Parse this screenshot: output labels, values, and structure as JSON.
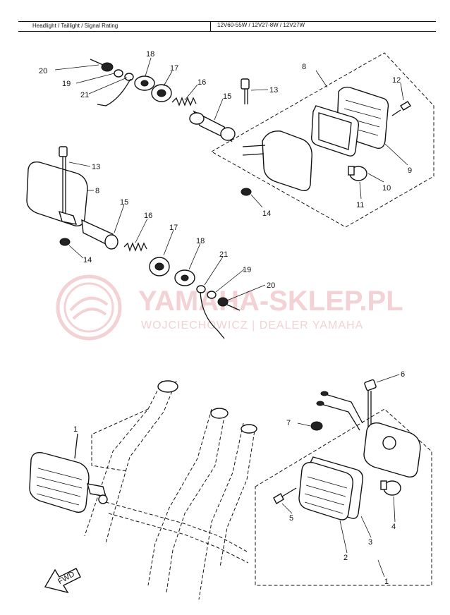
{
  "header": {
    "left_text": "Headlight / Taillight / Signal Rating",
    "right_text": "12V60-55W / 12V27-8W / 12V27W"
  },
  "watermark": {
    "main": "YAMAHA-SKLEP.PL",
    "sub": "WOJCIECHOWICZ | DEALER YAMAHA"
  },
  "callouts_top_right": [
    "20",
    "19",
    "21",
    "18",
    "17",
    "16",
    "15",
    "13",
    "8",
    "12",
    "9",
    "10",
    "11",
    "14"
  ],
  "callouts_top_left": [
    "13",
    "8",
    "15",
    "16",
    "17",
    "18",
    "21",
    "19",
    "20",
    "14"
  ],
  "callouts_bottom": [
    "1",
    "6",
    "7",
    "5",
    "4",
    "3",
    "2",
    "1"
  ],
  "fwd_label": "FWD"
}
